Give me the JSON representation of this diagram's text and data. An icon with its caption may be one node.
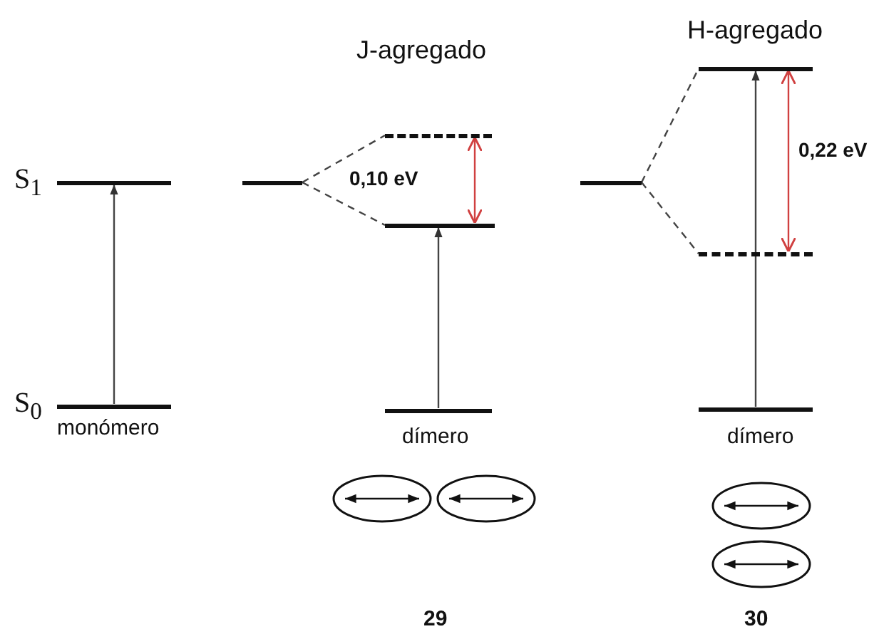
{
  "diagram": {
    "nodes": [
      {
        "text": [],
        "shape": "bar",
        "beside": [
          "S$_{1}$"
        ]
      },
      {
        "text": [],
        "shape": "bar",
        "beside": [
          "S$_{0}$",
          "monómero"
        ]
      },
      {
        "text": [],
        "shape": "bar"
      },
      {
        "text": [],
        "shape": "bar"
      },
      {
        "text": [],
        "shape": "bar"
      },
      {
        "text": [],
        "shape": "bar",
        "beside": [
          "dímero"
        ]
      },
      {
        "text": [],
        "shape": "bar"
      },
      {
        "text": [],
        "shape": "bar"
      },
      {
        "text": [],
        "shape": "bar"
      },
      {
        "text": [],
        "shape": "bar",
        "beside": [
          "dímero"
        ]
      }
    ],
    "edges": [
      {
        "from": 1,
        "to": 0,
        "arrow": "to"
      },
      {
        "from": 2,
        "to": 3,
        "arrow": "none",
        "style": "dashed"
      },
      {
        "from": 2,
        "to": 4,
        "arrow": "none",
        "style": "dashed"
      },
      {
        "from": 5,
        "to": 4,
        "arrow": "to"
      },
      {
        "from": 6,
        "to": 7,
        "arrow": "none",
        "style": "dashed"
      },
      {
        "from": 6,
        "to": 8,
        "arrow": "none",
        "style": "dashed"
      },
      {
        "from": 9,
        "to": 7,
        "arrow": "to"
      },
      {
        "from": 3,
        "to": 4,
        "arrow": "both",
        "color": "#d04040"
      },
      {
        "from": 7,
        "to": 8,
        "arrow": "both",
        "color": "#d04040"
      }
    ],
    "labels": [
      "J-agregado",
      "H-agregado",
      "0,10 eV",
      "0,22 eV",
      "29",
      "30"
    ]
  }
}
